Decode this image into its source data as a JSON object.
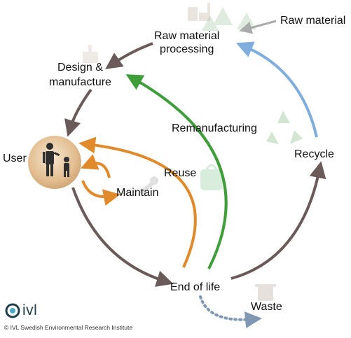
{
  "labels": {
    "raw_material": "Raw material",
    "raw_material_processing": "Raw material\nprocessing",
    "design_manufacture": "Design &\nmanufacture",
    "user": "User",
    "reuse": "Reuse",
    "maintain": "Maintain",
    "remanufacturing": "Remanufacturing",
    "recycle": "Recycle",
    "end_of_life": "End of life",
    "waste": "Waste"
  },
  "logo": {
    "name": "ivl"
  },
  "copyright": "© IVL Swedish Environmental Research Institute",
  "colors": {
    "main_flow": "#6b5a5a",
    "reuse_maintain": "#e08a2b",
    "remanufacturing": "#3f9e3a",
    "recycle": "#7faedd",
    "waste": "#7f97b3"
  },
  "icons": [
    "factory-icon",
    "tree-icon",
    "recycle-icon",
    "bag-icon",
    "wrench-icon",
    "bin-icon",
    "family-icon"
  ]
}
